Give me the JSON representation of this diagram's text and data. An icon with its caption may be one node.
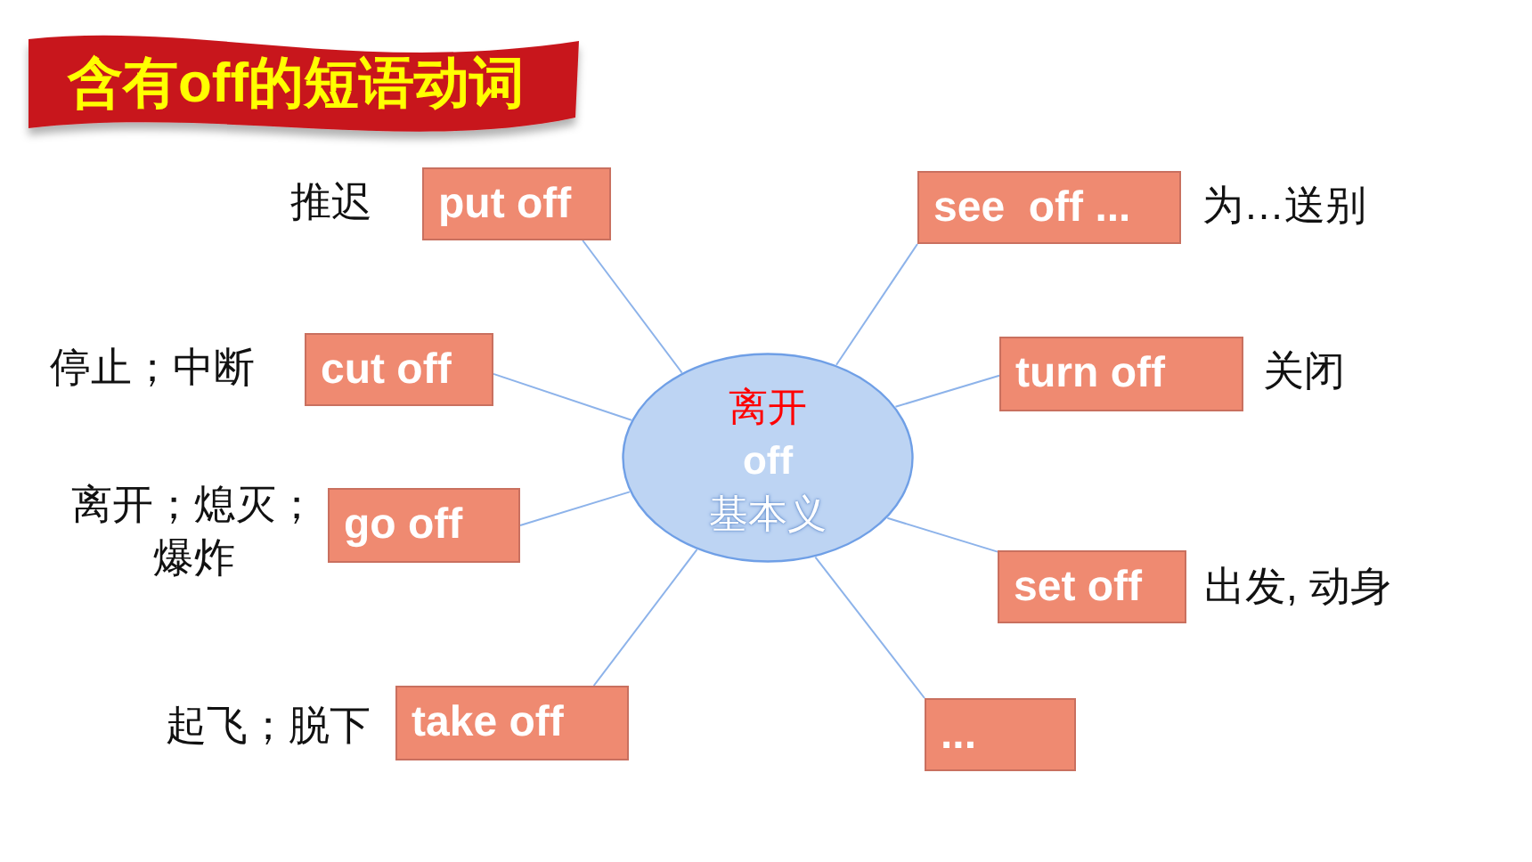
{
  "diagram": {
    "title": "含有off的短语动词",
    "nodes": [
      {
        "text": [
          "离开",
          "off",
          "基本义"
        ]
      },
      {
        "text": [
          "put off"
        ],
        "beside": [
          "推迟"
        ]
      },
      {
        "text": [
          "cut off"
        ],
        "beside": [
          "停止；中断"
        ]
      },
      {
        "text": [
          "go off"
        ],
        "beside": [
          "离开；熄灭；爆炸"
        ]
      },
      {
        "text": [
          "take off"
        ],
        "beside": [
          "起飞；脱下"
        ]
      },
      {
        "text": [
          "see  off ..."
        ],
        "beside": [
          "为…送别"
        ]
      },
      {
        "text": [
          "turn off"
        ],
        "beside": [
          "关闭"
        ]
      },
      {
        "text": [
          "set off"
        ],
        "beside": [
          "出发, 动身"
        ]
      },
      {
        "text": [
          "..."
        ]
      }
    ],
    "edges": [
      {
        "from": 0,
        "to": 1,
        "arrow": "none"
      },
      {
        "from": 0,
        "to": 2,
        "arrow": "none"
      },
      {
        "from": 0,
        "to": 3,
        "arrow": "none"
      },
      {
        "from": 0,
        "to": 4,
        "arrow": "none"
      },
      {
        "from": 0,
        "to": 5,
        "arrow": "none"
      },
      {
        "from": 0,
        "to": 6,
        "arrow": "none"
      },
      {
        "from": 0,
        "to": 7,
        "arrow": "none"
      },
      {
        "from": 0,
        "to": 8,
        "arrow": "none"
      }
    ]
  }
}
